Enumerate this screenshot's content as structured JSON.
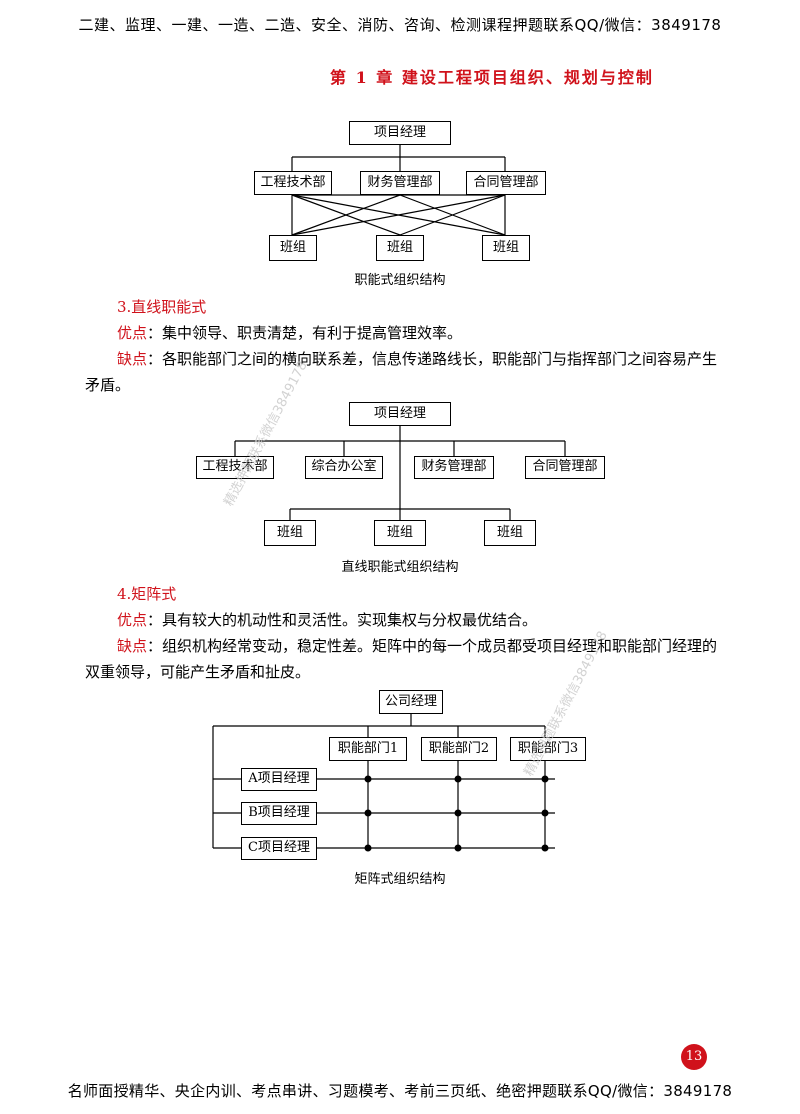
{
  "header": {
    "banner": "二建、监理、一建、一造、二造、安全、消防、咨询、检测课程押题联系QQ/微信：3849178",
    "chapter": "第 1 章   建设工程项目组织、规划与控制"
  },
  "diagram1": {
    "top": "项目经理",
    "depts": [
      "工程技术部",
      "财务管理部",
      "合同管理部"
    ],
    "teams": [
      "班组",
      "班组",
      "班组"
    ],
    "caption": "职能式组织结构"
  },
  "section3": {
    "heading": "3.直线职能式",
    "pros_label": "优点",
    "pros_text": "：集中领导、职责清楚，有利于提高管理效率。",
    "cons_label": "缺点",
    "cons_text": "：各职能部门之间的横向联系差，信息传递路线长，职能部门与指挥部门之间容易产生矛盾。"
  },
  "diagram2": {
    "top": "项目经理",
    "depts": [
      "工程技术部",
      "综合办公室",
      "财务管理部",
      "合同管理部"
    ],
    "teams": [
      "班组",
      "班组",
      "班组"
    ],
    "caption": "直线职能式组织结构"
  },
  "section4": {
    "heading": "4.矩阵式",
    "pros_label": "优点",
    "pros_text": "：具有较大的机动性和灵活性。实现集权与分权最优结合。",
    "cons_label": "缺点",
    "cons_text": "：组织机构经常变动，稳定性差。矩阵中的每一个成员都受项目经理和职能部门经理的双重领导，可能产生矛盾和扯皮。"
  },
  "diagram3": {
    "top": "公司经理",
    "depts": [
      "职能部门1",
      "职能部门2",
      "职能部门3"
    ],
    "projects": [
      "A项目经理",
      "B项目经理",
      "C项目经理"
    ],
    "caption": "矩阵式组织结构"
  },
  "watermarks": [
    "精选押题联系微信3849178",
    "精选押题联系微信3849178"
  ],
  "footer": {
    "page_number": "13",
    "banner": "名师面授精华、央企内训、考点串讲、习题模考、考前三页纸、绝密押题联系QQ/微信：3849178"
  },
  "colors": {
    "accent": "#d0121b"
  }
}
